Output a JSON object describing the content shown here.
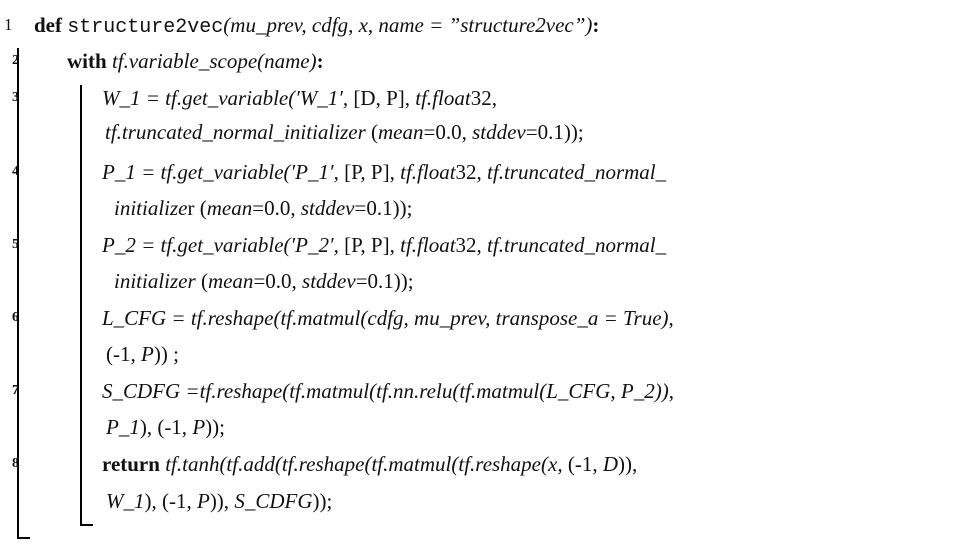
{
  "lines": [
    {
      "num": "1",
      "parts": [
        {
          "t": "def ",
          "s": "kw"
        },
        {
          "t": "structure2vec",
          "s": "mono"
        },
        {
          "t": "(mu_prev, cdfg, x, name = ”structure2vec”)",
          "s": "it"
        },
        {
          "t": ":",
          "s": "kw"
        }
      ]
    },
    {
      "num": "2",
      "parts": [
        {
          "t": "with ",
          "s": "kw"
        },
        {
          "t": "tf.variable_scope(name)",
          "s": "it"
        },
        {
          "t": ":",
          "s": "kw"
        }
      ]
    },
    {
      "num": "3",
      "parts": [
        {
          "t": "W_1 = tf.get_variable(′W_1′, ",
          "s": "it"
        },
        {
          "t": "[D, P], ",
          "s": ""
        },
        {
          "t": "tf.float",
          "s": "it"
        },
        {
          "t": "32,",
          "s": ""
        }
      ]
    },
    {
      "num": "",
      "parts": [
        {
          "t": "tf.truncated_normal_initializer ",
          "s": "it"
        },
        {
          "t": "(",
          "s": ""
        },
        {
          "t": "mean",
          "s": "it"
        },
        {
          "t": "=0.0, ",
          "s": ""
        },
        {
          "t": "stddev",
          "s": "it"
        },
        {
          "t": "=0.1));",
          "s": ""
        }
      ]
    },
    {
      "num": "4",
      "parts": [
        {
          "t": "P_1 = tf.get_variable(′P_1′, ",
          "s": "it"
        },
        {
          "t": "[P, P], ",
          "s": ""
        },
        {
          "t": "tf.float",
          "s": "it"
        },
        {
          "t": "32, ",
          "s": ""
        },
        {
          "t": "tf.truncated_normal_",
          "s": "it"
        }
      ]
    },
    {
      "num": "",
      "parts": [
        {
          "t": "initialize",
          "s": "it"
        },
        {
          "t": "r (",
          "s": ""
        },
        {
          "t": "mean",
          "s": "it"
        },
        {
          "t": "=0.0, ",
          "s": ""
        },
        {
          "t": "stddev",
          "s": "it"
        },
        {
          "t": "=0.1));",
          "s": ""
        }
      ]
    },
    {
      "num": "5",
      "parts": [
        {
          "t": "P_2 = tf.get_variable(′P_2′, ",
          "s": "it"
        },
        {
          "t": "[P, P], ",
          "s": ""
        },
        {
          "t": "tf.float",
          "s": "it"
        },
        {
          "t": "32, ",
          "s": ""
        },
        {
          "t": "tf.truncated_normal_",
          "s": "it"
        }
      ]
    },
    {
      "num": "",
      "parts": [
        {
          "t": "initializer ",
          "s": "it"
        },
        {
          "t": "(",
          "s": ""
        },
        {
          "t": "mean",
          "s": "it"
        },
        {
          "t": "=0.0, ",
          "s": ""
        },
        {
          "t": "stddev",
          "s": "it"
        },
        {
          "t": "=0.1));",
          "s": ""
        }
      ]
    },
    {
      "num": "6",
      "parts": [
        {
          "t": "L_CFG = tf.reshape(tf.matmul(cdfg, mu_prev, transpose_a = True)",
          "s": "it"
        },
        {
          "t": ",",
          "s": ""
        }
      ]
    },
    {
      "num": "",
      "parts": [
        {
          "t": "(-1, ",
          "s": ""
        },
        {
          "t": "P",
          "s": "it"
        },
        {
          "t": ")) ;",
          "s": ""
        }
      ]
    },
    {
      "num": "7",
      "parts": [
        {
          "t": "S_CDFG =tf.reshape(tf.matmul(tf.nn.relu(tf.matmul(L_CFG, P_2))",
          "s": "it"
        },
        {
          "t": ",",
          "s": ""
        }
      ]
    },
    {
      "num": "",
      "parts": [
        {
          "t": "P_1",
          "s": "it"
        },
        {
          "t": "), (-1, ",
          "s": ""
        },
        {
          "t": "P",
          "s": "it"
        },
        {
          "t": "));",
          "s": ""
        }
      ]
    },
    {
      "num": "8",
      "parts": [
        {
          "t": "return ",
          "s": "kw"
        },
        {
          "t": "tf.tanh(tf.add(tf.reshape(tf.matmul(tf.reshape(x, ",
          "s": "it"
        },
        {
          "t": "(-1, ",
          "s": ""
        },
        {
          "t": "D",
          "s": "it"
        },
        {
          "t": ")),",
          "s": ""
        }
      ]
    },
    {
      "num": "",
      "parts": [
        {
          "t": "W_1",
          "s": "it"
        },
        {
          "t": "), (-1, ",
          "s": ""
        },
        {
          "t": "P",
          "s": "it"
        },
        {
          "t": ")), ",
          "s": ""
        },
        {
          "t": "S_CDFG",
          "s": "it"
        },
        {
          "t": "));",
          "s": ""
        }
      ]
    }
  ]
}
